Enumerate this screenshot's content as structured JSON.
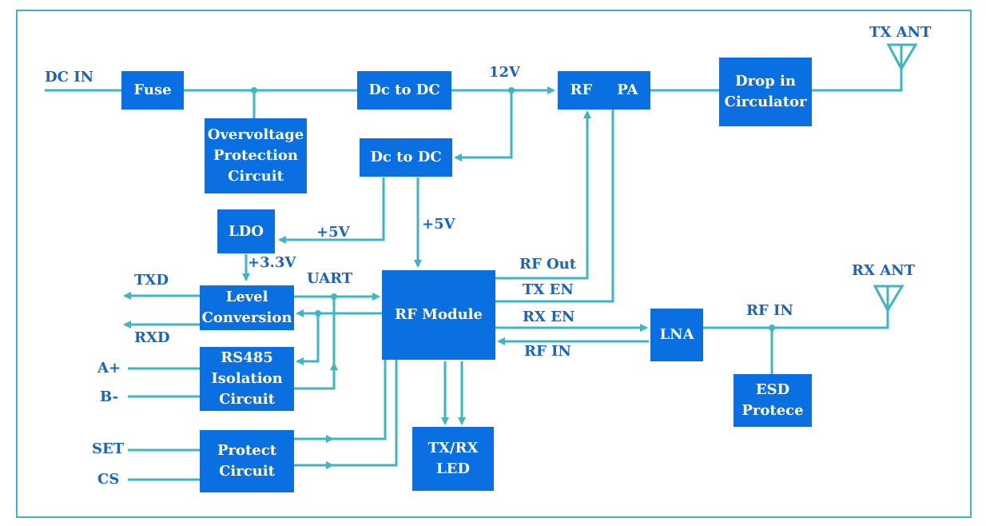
{
  "colors": {
    "block_fill": "#0a6fe0",
    "block_text": "#ffffff",
    "wire": "#3cb6c0",
    "label_text": "#1565c8",
    "frame": "#3cb6c0"
  },
  "blocks": {
    "fuse": "Fuse",
    "dc_dc_top": "Dc to DC",
    "rf_pa_rf": "RF",
    "rf_pa_pa": "PA",
    "circulator": "Drop in\nCirculator",
    "overvoltage": "Overvoltage\nProtection\nCircuit",
    "dc_dc_mid": "Dc to DC",
    "ldo": "LDO",
    "level_conversion": "Level\nConversion",
    "rf_module": "RF Module",
    "rs485": "RS485\nIsolation\nCircuit",
    "protect": "Protect\nCircuit",
    "txrx_led": "TX/RX\nLED",
    "lna": "LNA",
    "esd": "ESD\nProtece"
  },
  "labels": {
    "dc_in": "DC IN",
    "v12": "12V",
    "tx_ant": "TX ANT",
    "rx_ant": "RX ANT",
    "plus5v_ldo": "+5V",
    "plus5v_mod": "+5V",
    "plus3v3": "+3.3V",
    "txd": "TXD",
    "rxd": "RXD",
    "uart": "UART",
    "rf_out": "RF Out",
    "tx_en": "TX EN",
    "rx_en": "RX EN",
    "rf_in_mod": "RF IN",
    "rf_in_ant": "RF IN",
    "a_plus": "A+",
    "b_minus": "B-",
    "set": "SET",
    "cs": "CS"
  }
}
